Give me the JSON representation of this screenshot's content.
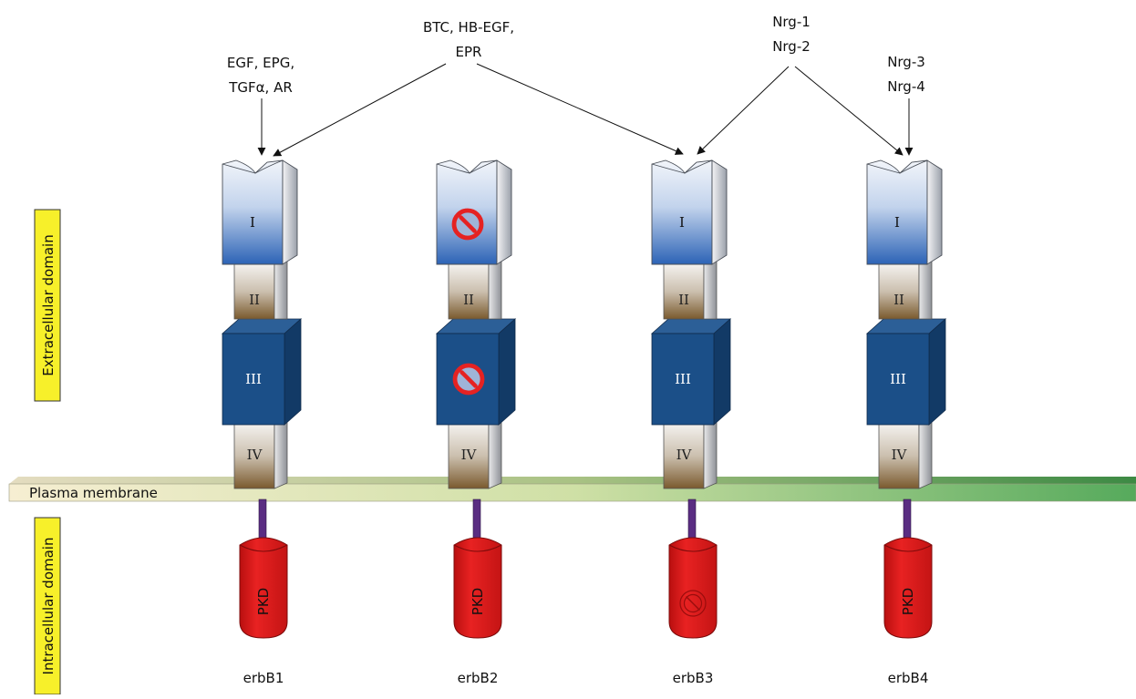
{
  "ligand_groups": [
    {
      "lines": [
        "EGF, EPG,",
        "TGFα, AR"
      ]
    },
    {
      "lines": [
        "BTC, HB-EGF,",
        "EPR"
      ]
    },
    {
      "lines": [
        "Nrg-1",
        "Nrg-2"
      ]
    },
    {
      "lines": [
        "Nrg-3",
        "Nrg-4"
      ]
    }
  ],
  "side_labels": {
    "extracellular": "Extracellular domain",
    "intracellular": "Intracellular domain"
  },
  "membrane_label": "Plasma membrane",
  "domain_labels": {
    "I": "I",
    "II": "II",
    "III": "III",
    "IV": "IV",
    "kinase": "PKD"
  },
  "receptors": [
    {
      "name": "erbB1",
      "domain_I_blocked": false,
      "domain_III_blocked": false,
      "kinase_blocked": false
    },
    {
      "name": "erbB2",
      "domain_I_blocked": true,
      "domain_III_blocked": true,
      "kinase_blocked": false
    },
    {
      "name": "erbB3",
      "domain_I_blocked": false,
      "domain_III_blocked": false,
      "kinase_blocked": true
    },
    {
      "name": "erbB4",
      "domain_I_blocked": false,
      "domain_III_blocked": false,
      "kinase_blocked": false
    }
  ],
  "colors": {
    "label_box": "#f7f02a",
    "domain_I_top": "#eef2f8",
    "domain_I_bottom": "#2f66b8",
    "domain_III": "#1a4e86",
    "stalk_top": "#f3f1ee",
    "stalk_bottom": "#7a5a2e",
    "kinase": "#e02020",
    "linker": "#5a2d82",
    "membrane_left": "#f5edcf",
    "membrane_right": "#5aac5e",
    "block_red": "#e52222"
  }
}
